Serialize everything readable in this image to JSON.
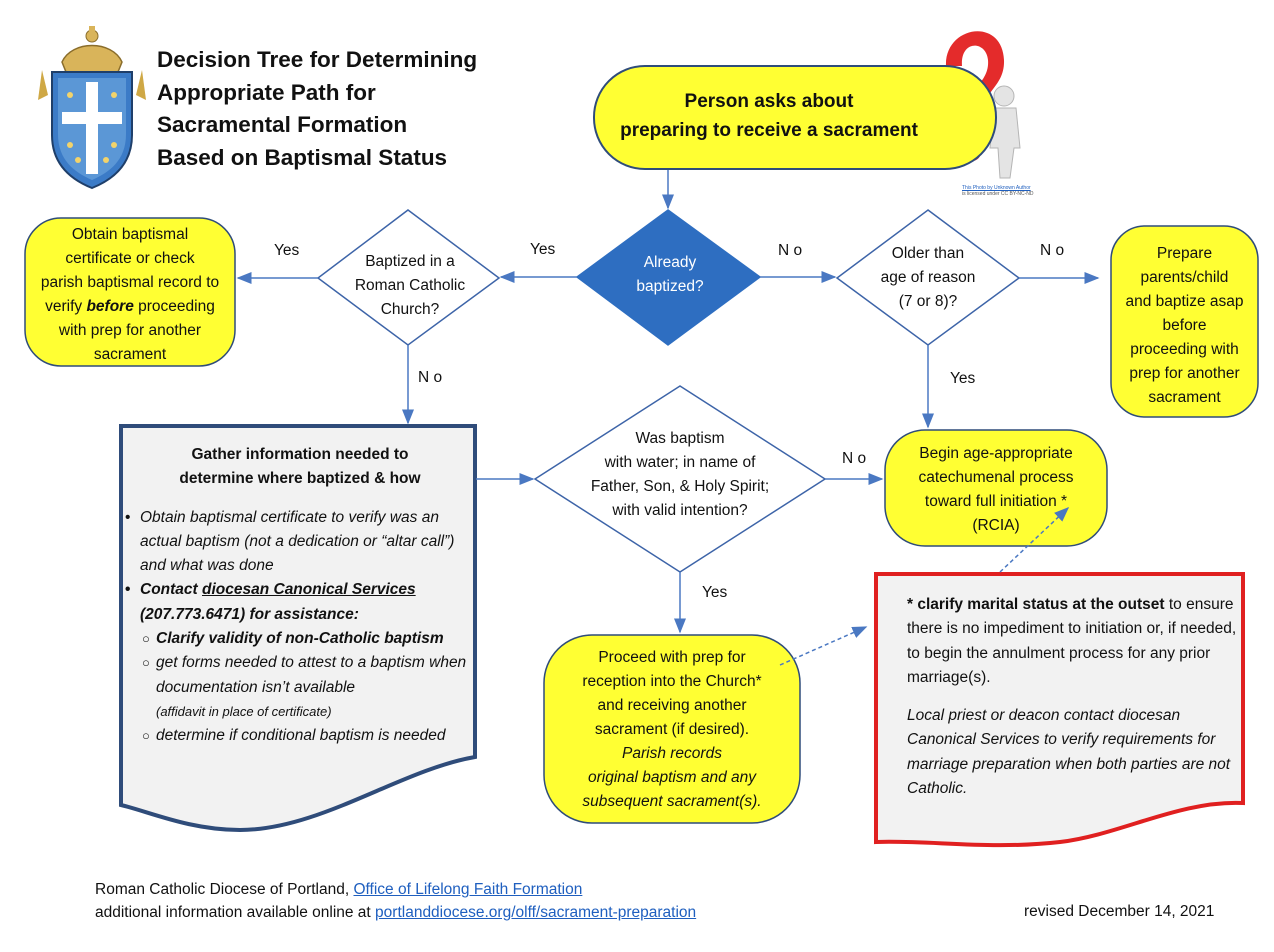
{
  "title": [
    "Decision Tree for Determining",
    "Appropriate Path for",
    "Sacramental Formation",
    "Based on Baptismal Status"
  ],
  "start_node": [
    "Person asks about",
    "preparing to receive a sacrament"
  ],
  "photo_credit": {
    "line1": "This Photo by Unknown Author",
    "line2": "is licensed under CC BY-NC-ND"
  },
  "decision_already": [
    "Already",
    "baptized?"
  ],
  "decision_catholic": [
    "Baptized in a",
    "Roman Catholic",
    "Church?"
  ],
  "decision_older": [
    "Older than",
    "age of reason",
    "(7 or 8)?"
  ],
  "decision_valid": [
    "Was baptism",
    "with water; in name of",
    "Father, Son, & Holy Spirit;",
    "with valid intention?"
  ],
  "labels": {
    "yes": "Yes",
    "no": "N o"
  },
  "obtain_box": {
    "l1": "Obtain baptismal",
    "l2": "certificate or check",
    "l3": "parish baptismal record to",
    "l4a": "verify ",
    "l4b": "before",
    "l4c": " proceeding",
    "l5": "with prep for another",
    "l6": "sacrament"
  },
  "prepare_box": [
    "Prepare",
    "parents/child",
    "and baptize asap",
    "before",
    "proceeding with",
    "prep for another",
    "sacrament"
  ],
  "gather_box": {
    "heading1": "Gather information needed to",
    "heading2": "determine where baptized & how",
    "b1": "Obtain baptismal certificate to verify was an actual baptism (not a dedication or “altar call”) and what was done",
    "b2a": "Contact ",
    "b2b": "diocesan Canonical Services",
    "b2c": " (207.773.6471) for assistance:",
    "s1": "Clarify validity of  non-Catholic baptism",
    "s2": "get forms needed to attest to a baptism when documentation isn’t available",
    "s2note": "(affidavit in place of certificate)",
    "s3": "determine if conditional baptism is needed"
  },
  "catechumenal_box": [
    "Begin age-appropriate",
    "catechumenal process",
    "toward full initiation *",
    "(RCIA)"
  ],
  "proceed_box": [
    "Proceed with prep for",
    "reception into the Church*",
    "and receiving another",
    "sacrament (if desired)."
  ],
  "proceed_italic": [
    "Parish records",
    "original baptism and any",
    "subsequent sacrament(s)."
  ],
  "marital_box": {
    "bold": "* clarify marital status at the outset",
    "rest": " to ensure there is no impediment to initiation or, if needed, to begin the annulment process for any prior marriage(s).",
    "italic": "Local priest or deacon contact diocesan Canonical Services to verify requirements for marriage preparation when both parties are not Catholic."
  },
  "footer": {
    "line1a": "Roman Catholic Diocese of Portland, ",
    "line1b": "Office of Lifelong Faith Formation",
    "line2a": "additional information available online at ",
    "line2b": "portlanddiocese.org/olff/sacrament-preparation",
    "revised": "revised December 14, 2021"
  },
  "colors": {
    "yellow": "#ffff33",
    "blue_diamond": "#2e6ec1",
    "navy_border": "#2f4c7a",
    "red_border": "#e02020",
    "arrow": "#4a78c2",
    "link": "#1f5fbf"
  }
}
